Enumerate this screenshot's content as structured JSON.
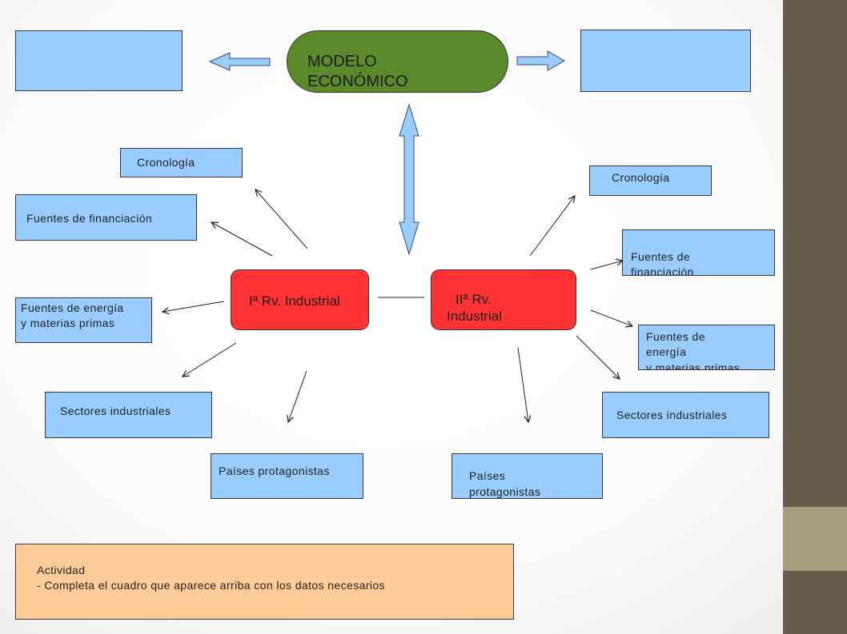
{
  "center": {
    "title": "MODELO ECONÓMICO"
  },
  "rev1": {
    "title": "Iª Rv. Industrial",
    "boxes": {
      "cronologia": "Cronología",
      "financiacion": "Fuentes de financiación",
      "energia_l1": "Fuentes de energía",
      "energia_l2": "y materias primas",
      "sectores": "Sectores industriales",
      "paises": "Países protagonistas"
    }
  },
  "rev2": {
    "title_l1": "IIª Rv.",
    "title_l2": "Industrial",
    "boxes": {
      "cronologia": "Cronología",
      "financiacion_l1": "Fuentes de",
      "financiacion_l2": "financiación",
      "energia_l1": "Fuentes de",
      "energia_l2": "energía",
      "energia_l3": "y materias primas",
      "sectores": "Sectores industriales",
      "paises_l1": "Países",
      "paises_l2": "protagonistas"
    }
  },
  "activity": {
    "title": "Actividad",
    "text": "- Completa el cuadro que aparece arriba con los datos necesarios"
  },
  "colors": {
    "center": "#5b8a2b",
    "revolution": "#ff3333",
    "box": "#99ccff",
    "activity": "#ffcc99",
    "sidebar": "#665c4b",
    "sidebar_band": "#a4a07e"
  }
}
